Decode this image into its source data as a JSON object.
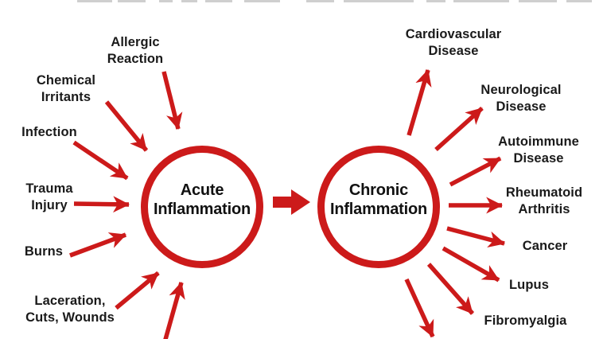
{
  "diagram": {
    "colors": {
      "accent_red": "#cc1a1a",
      "text": "#1a1a1a",
      "background": "#ffffff"
    },
    "icons": {
      "transition_arrow": "right-block-arrow",
      "cause_arrows": "red-arrow",
      "outcome_arrows": "red-arrow"
    },
    "left_node": {
      "label": "Acute\nInflammation"
    },
    "right_node": {
      "label": "Chronic\nInflammation"
    },
    "causes": [
      {
        "label": "Allergic\nReaction"
      },
      {
        "label": "Chemical\nIrritants"
      },
      {
        "label": "Infection"
      },
      {
        "label": "Trauma\nInjury"
      },
      {
        "label": "Burns"
      },
      {
        "label": "Laceration,\nCuts, Wounds"
      }
    ],
    "outcomes": [
      {
        "label": "Cardiovascular\nDisease"
      },
      {
        "label": "Neurological\nDisease"
      },
      {
        "label": "Autoimmune\nDisease"
      },
      {
        "label": "Rheumatoid\nArthritis"
      },
      {
        "label": "Cancer"
      },
      {
        "label": "Lupus"
      },
      {
        "label": "Fibromyalgia"
      }
    ]
  }
}
